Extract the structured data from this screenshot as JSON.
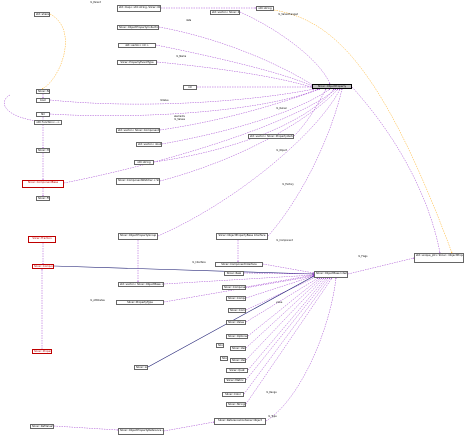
{
  "diagram": {
    "colors": {
      "edge_purple": "#9a32cd",
      "edge_orange": "#ffa500",
      "edge_blue": "#191970",
      "edge_gray": "#a0a0a0",
      "node_border": "#666666",
      "node_red": "#bf0000",
      "node_highlight": "#bfbfbf"
    },
    "nodes": {
      "root": "Slicer::ObjectProperty",
      "map": "std::map< std::string,\n Slicer::ObjectProperty::ValueChanged >",
      "string": "std::string",
      "collection": "Slicer::ObjectPropertyCollection",
      "objectArray": "std::vector< int >",
      "slicerProperty": "Slicer::PropertyEventType",
      "int": "int",
      "bool": "bool",
      "nil": "Nil",
      "undef": "std::function<...>",
      "componentList": "std::vector< Slicer::Component >",
      "componentVector": "std::vector< Slicer::PropertyVector >",
      "arrayVec": "std::vector< double >",
      "strVec": "std::string",
      "compBase": "Slicer::ComponentBase",
      "compWatcher": "Slicer::ComponentWatcher\n< Slicer::ComponentType >",
      "propGroup": "Slicer::ObjectPropertyGroup\n< Slicer::PropertyType >",
      "propertyObj": "Slicer::ObjectPropertyBase\nInterface",
      "fraction": "Slicer::Fraction",
      "component": "Slicer::Component",
      "interface": "Slicer::ComponentInterface",
      "objVec": "std::vector< Slicer::ObjectBase >",
      "float": "Slicer::Real",
      "factory": "Slicer::ComponentFactory",
      "componentAttr": "Slicer::ComponentAttribute",
      "componentList2": "Slicer::ComponentList",
      "mainNode": "Slicer::ObjectBase\nInterface",
      "right": "std::unique_ptr< Slicer::\nObjectProperty::Container >",
      "slicerVal": "Slicer::Value",
      "editorOpts": "Slicer::Options",
      "vec3": "Slicer::Vec3",
      "vec2": "Slicer::Vec2",
      "quat": "Slicer::Quat",
      "matrix": "Slicer::Matrix",
      "color": "Slicer::Color",
      "strBase": "Slicer::StringBase",
      "listBase": "Slicer::ListBase",
      "enumBase": "Slicer::EnumBase",
      "refBase": "Slicer::Reference",
      "bottom1": "Slicer::RefValueType",
      "bottom2": "Slicer::ObjectPropertyReference\n< ... >",
      "bottom3": "Slicer::ReferenceContainer\nObject",
      "leftBig": "Slicer::PropertyRange",
      "leftBig2": "Slicer::PropertyType",
      "leftMid": "Slicer::Name",
      "leftLow": "Slicer::Handle",
      "leftBtm": "Slicer::Flags",
      "vecProp": "std::vector< Slicer::Property >",
      "shared": "std::shared_ptr< ... >"
    },
    "edge_labels": {
      "l1": "m_Parent",
      "l2": "data",
      "l3": "m_ValueChanged",
      "l4": "m_Name",
      "l5": "mValue",
      "l6": "elements\nm_Values",
      "l7": "m_Owner",
      "l8": "m_Object",
      "l9": "m_Factory",
      "l10": "m_Component",
      "l11": "m_Interface",
      "l12": "m_Attributes",
      "l13": "m_Flags",
      "l14": "m_Range",
      "l15": "m_Type",
      "l16": "value"
    }
  }
}
